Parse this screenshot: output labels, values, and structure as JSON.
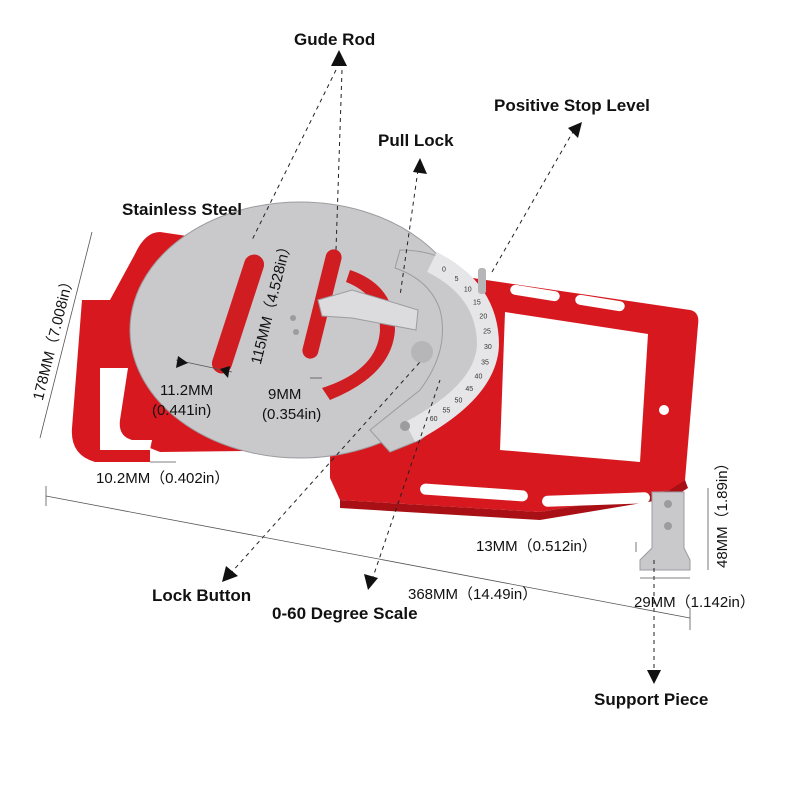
{
  "colors": {
    "frame": "#d7191f",
    "frame_dark": "#a81016",
    "steel": "#c9c9cb",
    "steel_dark": "#9c9ca0",
    "guide": "#cf1d22"
  },
  "callouts": {
    "guide_rod": "Gude Rod",
    "positive_stop": "Positive Stop Level",
    "pull_lock": "Pull Lock",
    "stainless_steel": "Stainless Steel",
    "lock_button": "Lock Button",
    "degree_scale": "0-60 Degree Scale",
    "support_piece": "Support Piece"
  },
  "dimensions": {
    "height_total": "178MM（7.008in）",
    "rod_length": "115MM（4.528in）",
    "rod_width_mm": "11.2MM",
    "rod_width_in": "(0.441in)",
    "slot_width_mm": "9MM",
    "slot_width_in": "(0.354in)",
    "hook_gap": "10.2MM（0.402in）",
    "support_gap": "13MM（0.512in）",
    "support_height": "48MM（1.89in）",
    "length_total": "368MM（14.49in）",
    "support_width": "29MM（1.142in）"
  },
  "scale_marks": [
    "0",
    "5",
    "10",
    "15",
    "20",
    "25",
    "30",
    "35",
    "40",
    "45",
    "50",
    "55",
    "60"
  ]
}
